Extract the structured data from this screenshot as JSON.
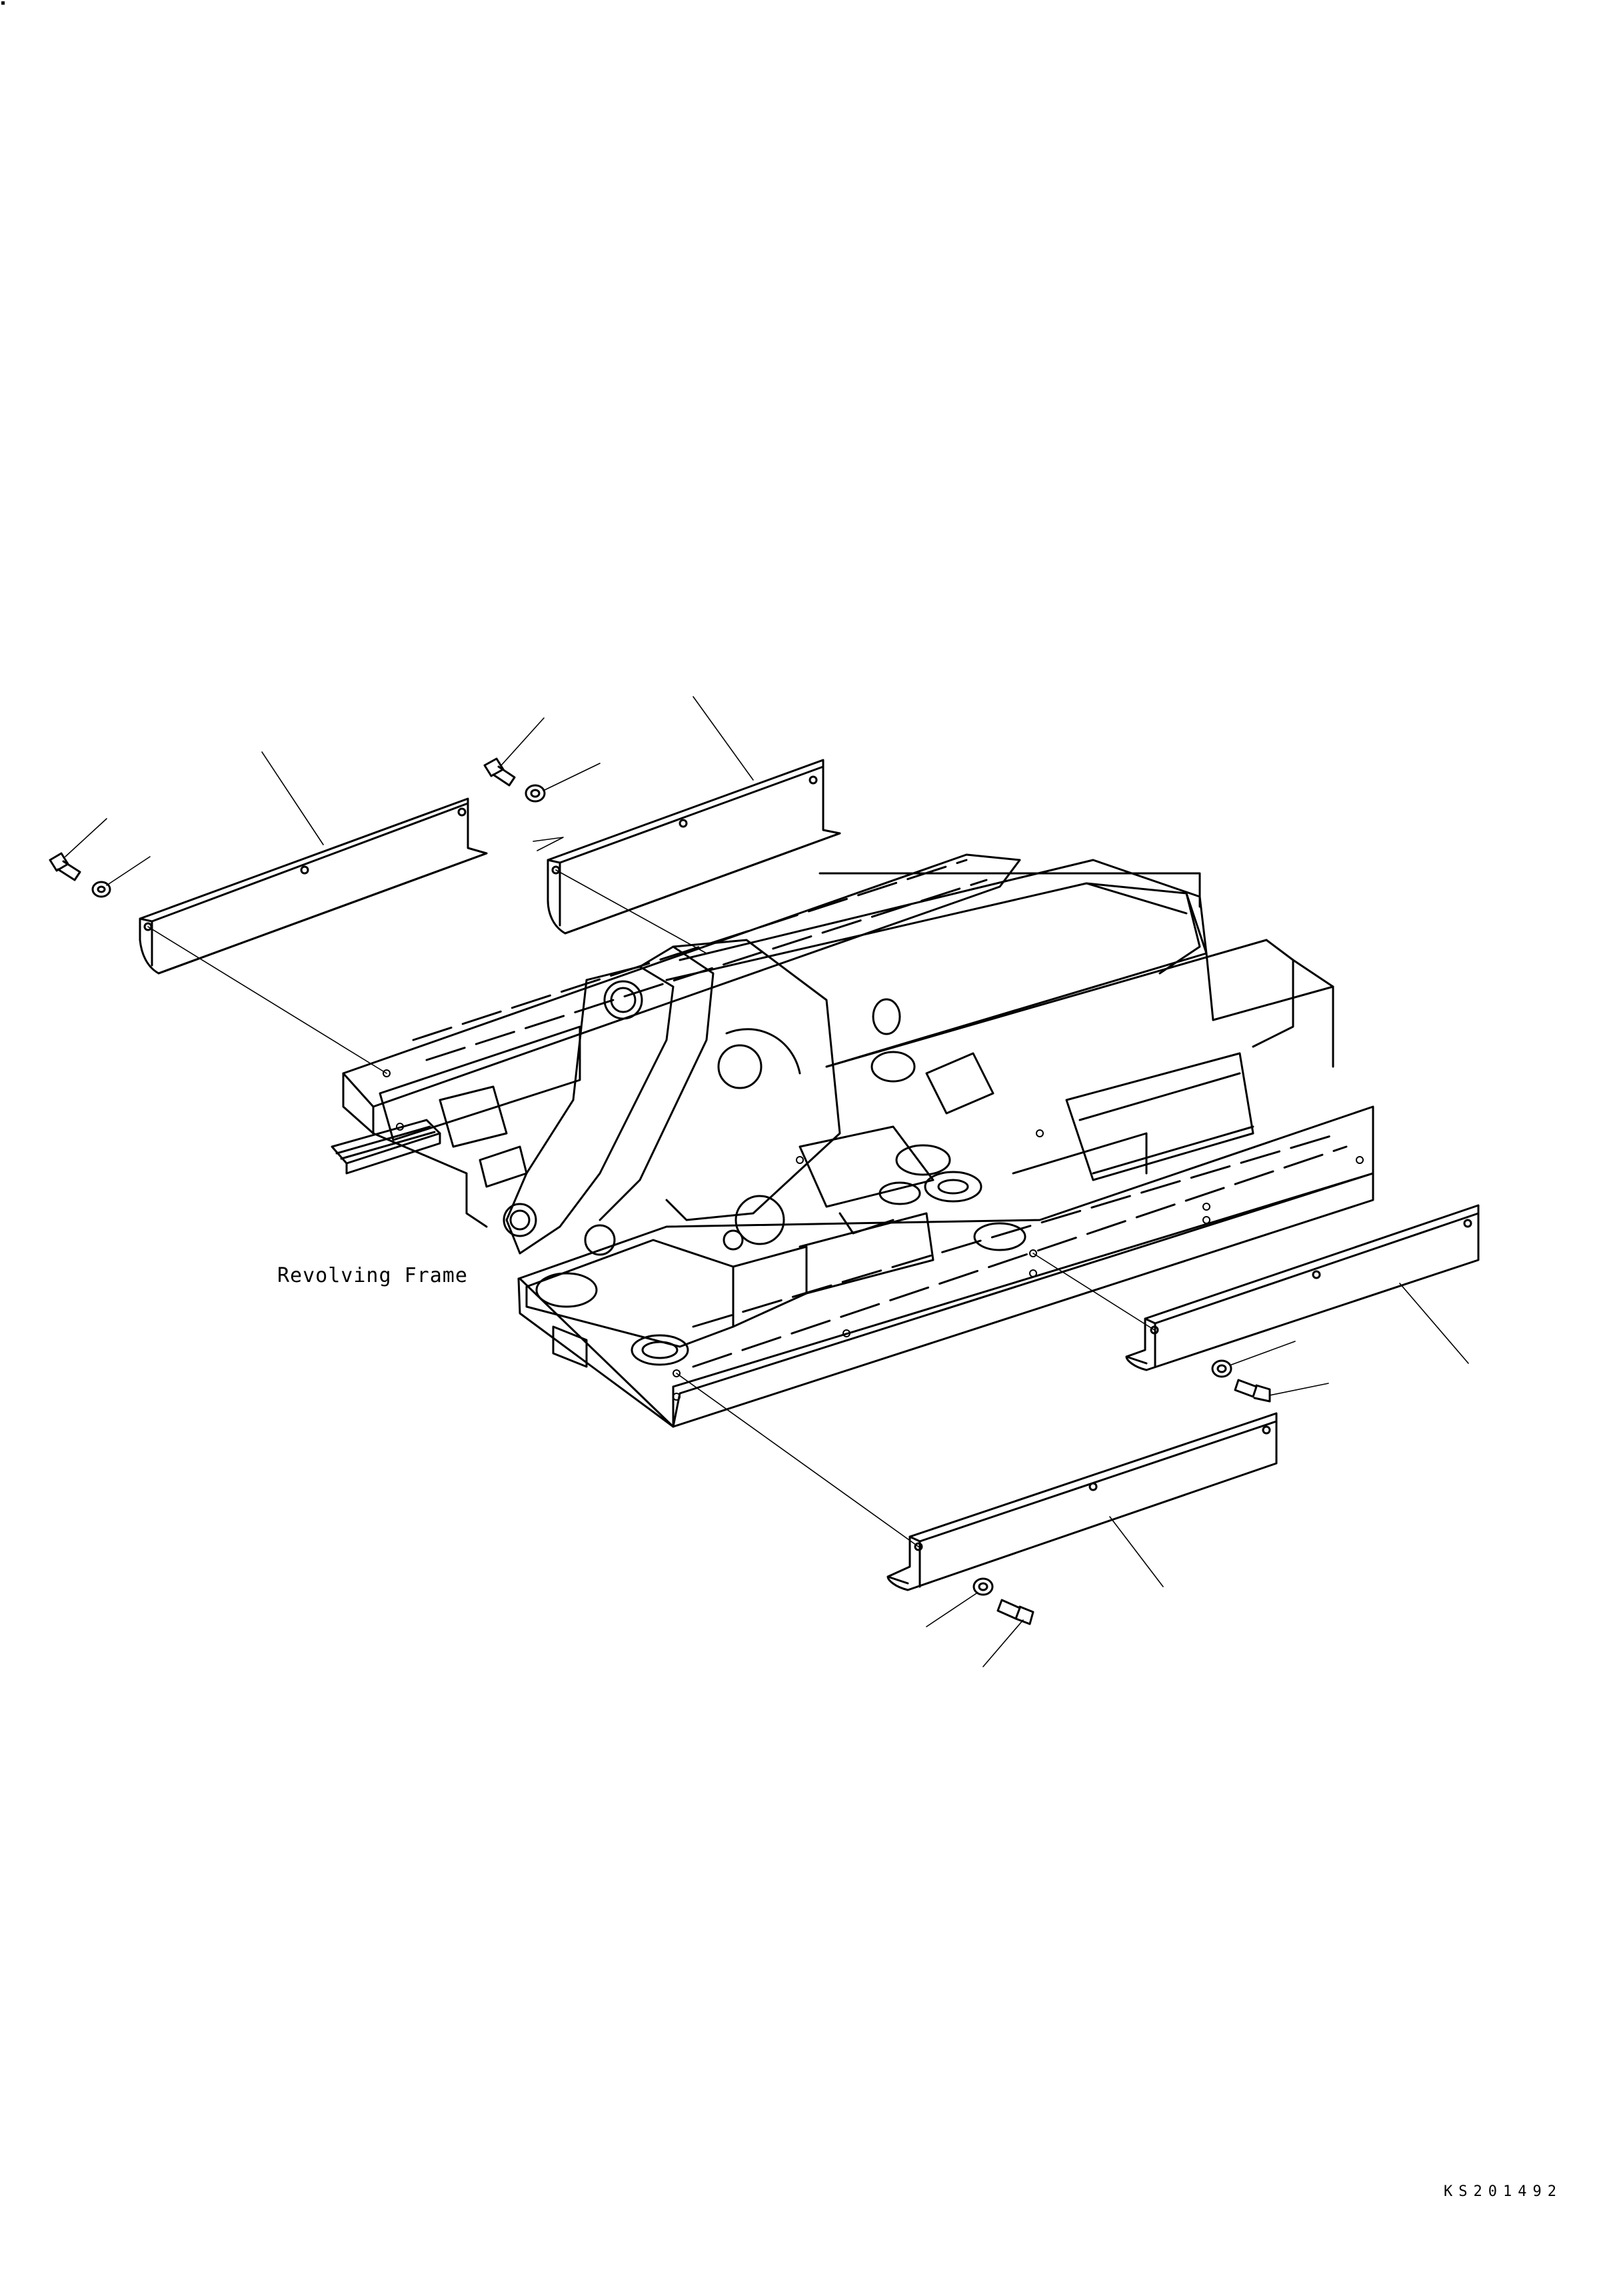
{
  "diagram": {
    "main_label": "Revolving Frame",
    "drawing_code": "KS201492",
    "colors": {
      "line": "#000000",
      "background": "#ffffff"
    },
    "parts": [
      {
        "id": "cover-front-left",
        "kind": "under-cover"
      },
      {
        "id": "cover-front-right",
        "kind": "under-cover"
      },
      {
        "id": "cover-rear-right",
        "kind": "under-cover"
      },
      {
        "id": "cover-rear-bottom",
        "kind": "under-cover"
      },
      {
        "id": "bolt",
        "kind": "fastener",
        "count": 4
      },
      {
        "id": "washer",
        "kind": "fastener",
        "count": 4
      }
    ]
  }
}
